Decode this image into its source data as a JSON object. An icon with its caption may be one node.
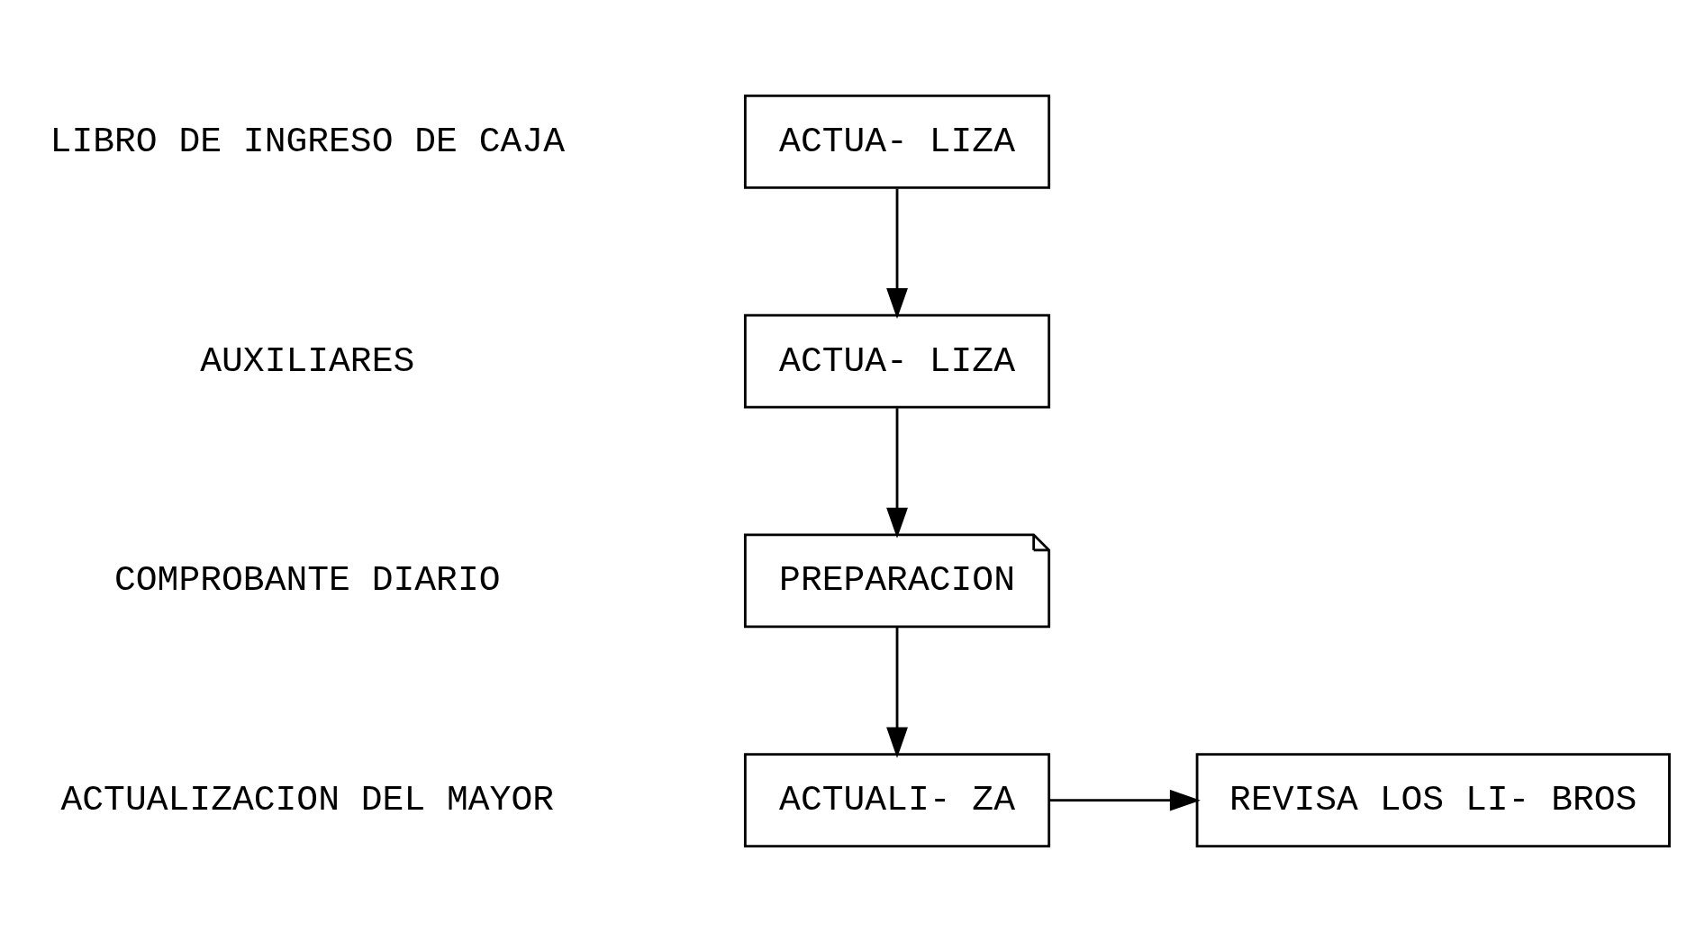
{
  "diagram": {
    "nodes": [
      {
        "text": [
          "ACTUA- LIZA"
        ]
      },
      {
        "text": [
          "ACTUA- LIZA"
        ]
      },
      {
        "text": [
          "PREPARACION"
        ]
      },
      {
        "text": [
          "ACTUALI- ZA"
        ]
      },
      {
        "text": [
          "REVISA LOS LI- BROS"
        ]
      }
    ],
    "edges": [
      {
        "from": 0,
        "to": 1,
        "arrow": "to"
      },
      {
        "from": 1,
        "to": 2,
        "arrow": "to"
      },
      {
        "from": 2,
        "to": 3,
        "arrow": "to"
      },
      {
        "from": 3,
        "to": 4,
        "arrow": "to"
      }
    ],
    "labels": [
      "LIBRO DE INGRESO DE CAJA",
      "AUXILIARES",
      "COMPROBANTE DIARIO",
      "ACTUALIZACION DEL MAYOR"
    ]
  }
}
